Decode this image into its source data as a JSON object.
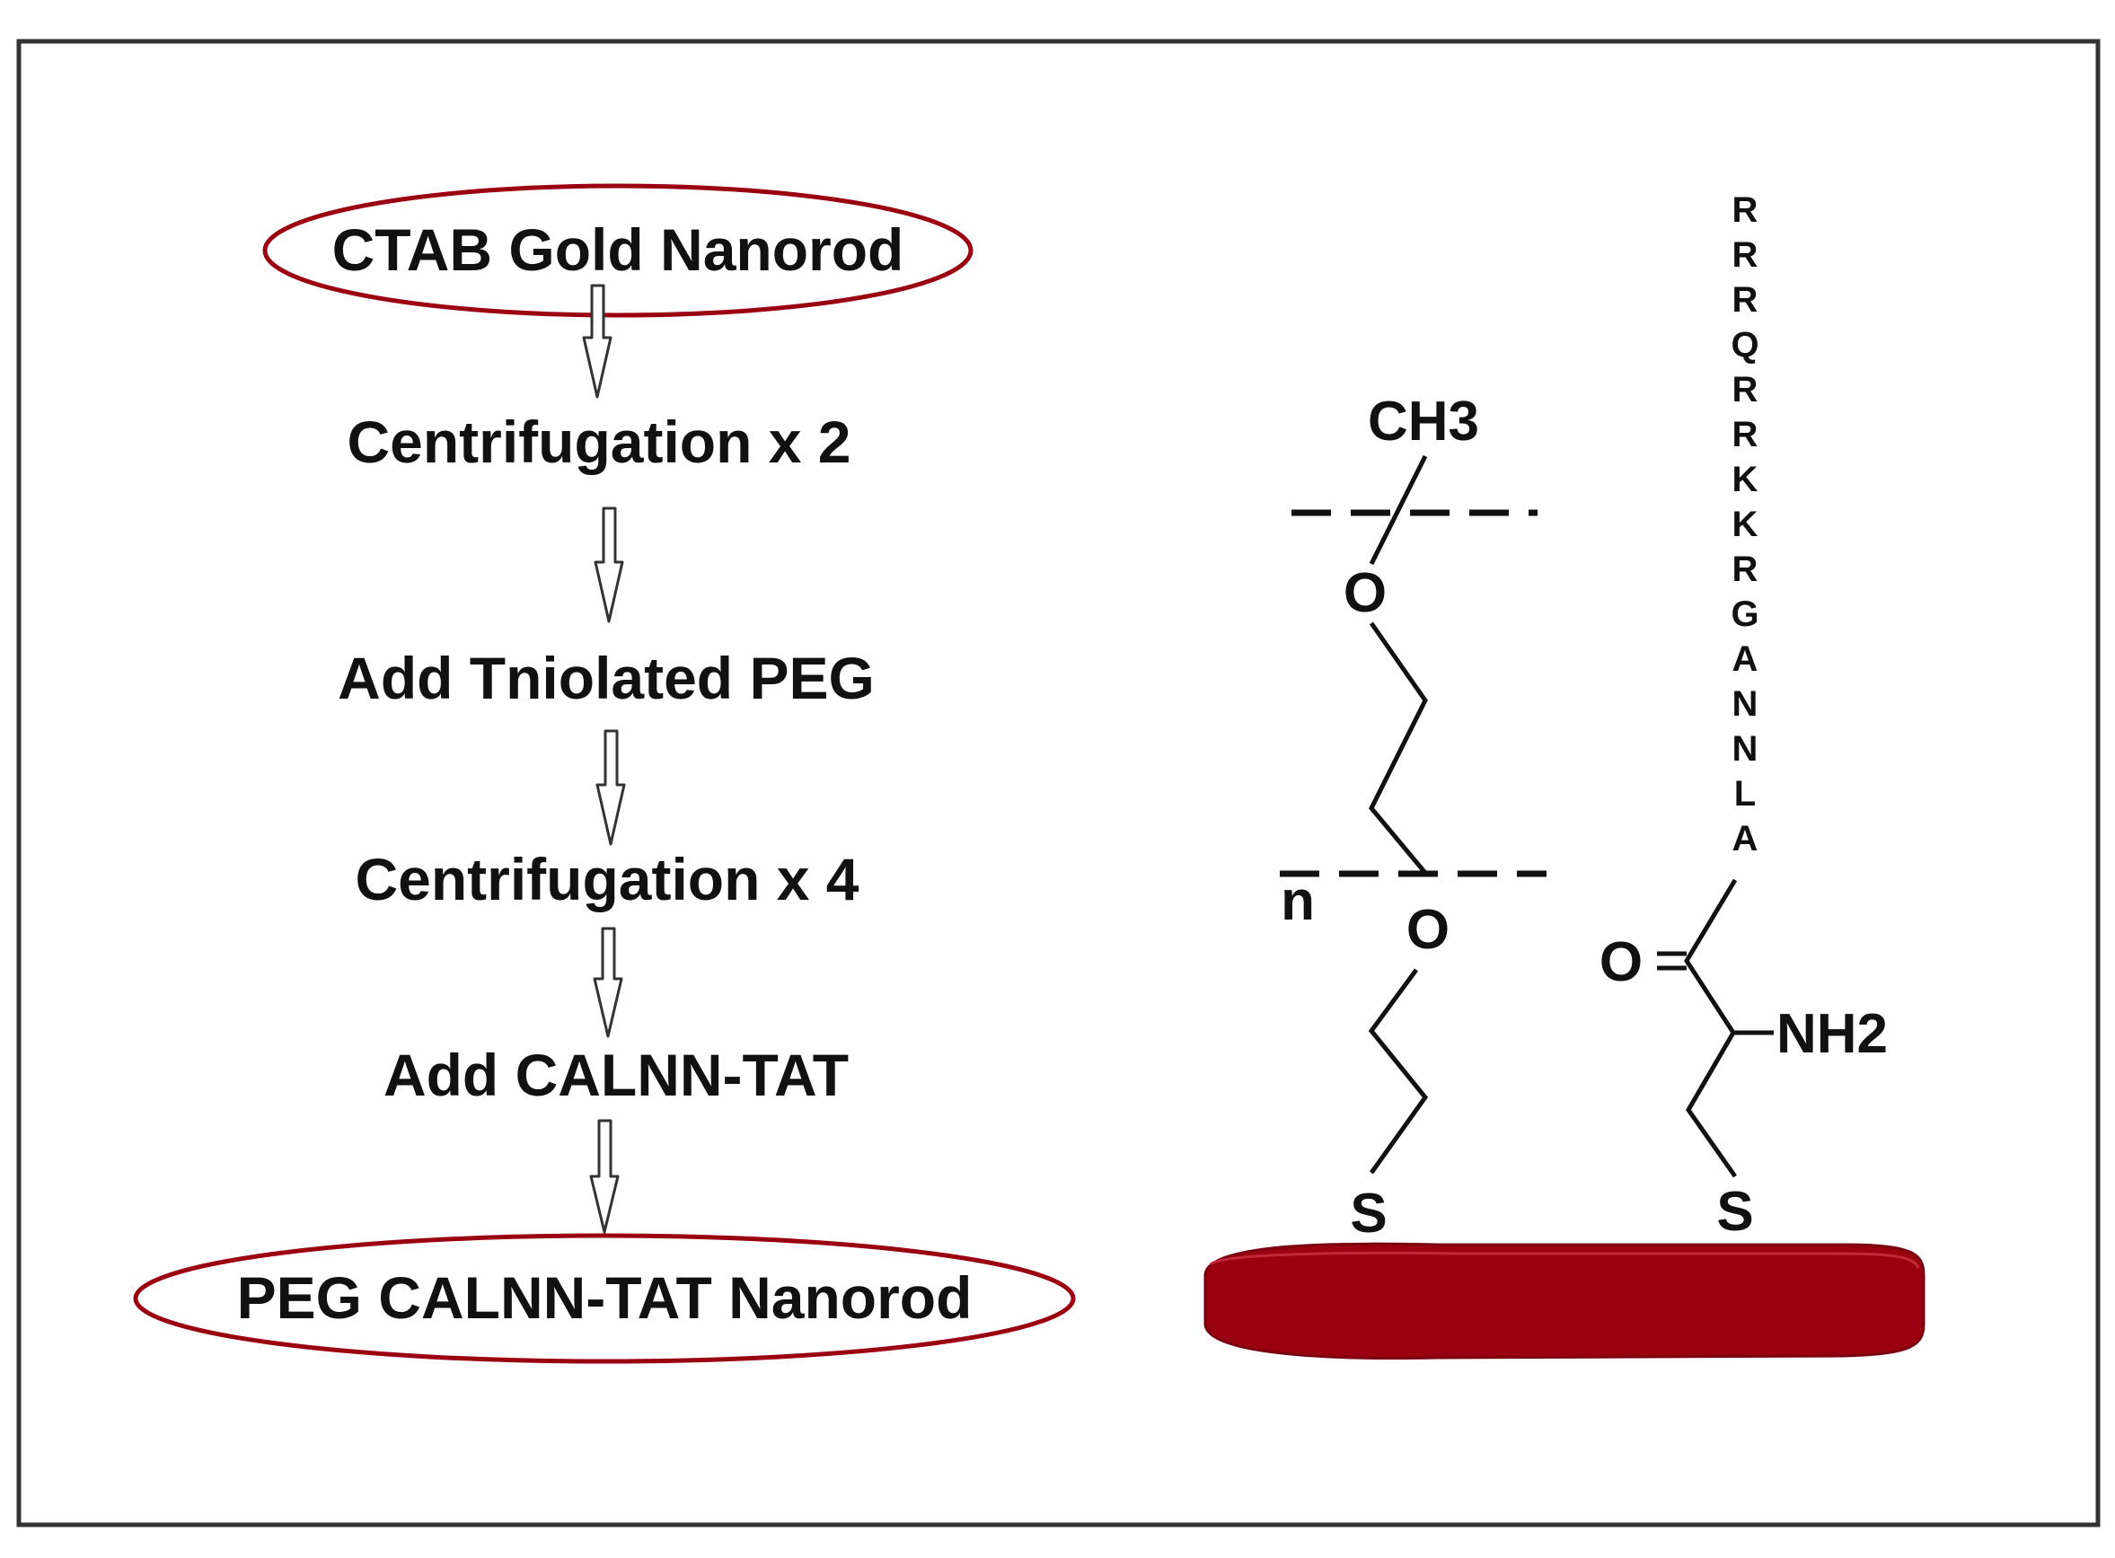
{
  "flowchart": {
    "start": "CTAB Gold Nanorod",
    "steps": [
      "Centrifugation x 2",
      "Add Tniolated PEG",
      "Centrifugation x 4",
      "Add CALNN-TAT"
    ],
    "end": "PEG CALNN-TAT Nanorod"
  },
  "structure": {
    "peg": {
      "terminal_group": "CH3",
      "oxygen_upper": "O",
      "oxygen_lower": "O",
      "repeat_label": "n",
      "sulfur": "S"
    },
    "peptide": {
      "sequence": [
        "R",
        "R",
        "R",
        "Q",
        "R",
        "R",
        "K",
        "K",
        "R",
        "G",
        "A",
        "N",
        "N",
        "L",
        "A"
      ],
      "carbonyl_oxygen": "O",
      "amine": "NH2",
      "sulfur": "S"
    },
    "nanorod_color": "#9b0010"
  },
  "colors": {
    "ellipse_stroke": "#9b0010",
    "line": "#111111",
    "frame": "#333333"
  }
}
